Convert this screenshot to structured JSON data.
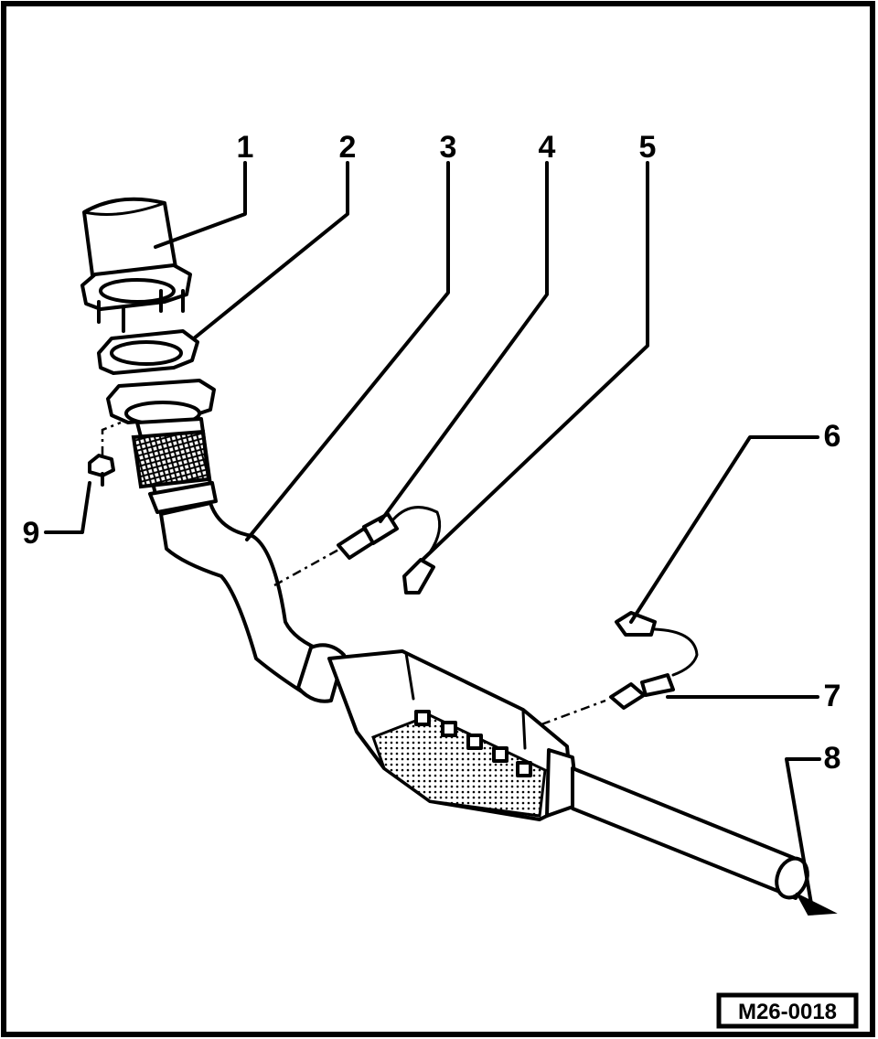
{
  "callouts": [
    {
      "id": "1",
      "text": "1"
    },
    {
      "id": "2",
      "text": "2"
    },
    {
      "id": "3",
      "text": "3"
    },
    {
      "id": "4",
      "text": "4"
    },
    {
      "id": "5",
      "text": "5"
    },
    {
      "id": "6",
      "text": "6"
    },
    {
      "id": "7",
      "text": "7"
    },
    {
      "id": "8",
      "text": "8"
    },
    {
      "id": "9",
      "text": "9"
    }
  ],
  "reference_code": "M26-0018"
}
